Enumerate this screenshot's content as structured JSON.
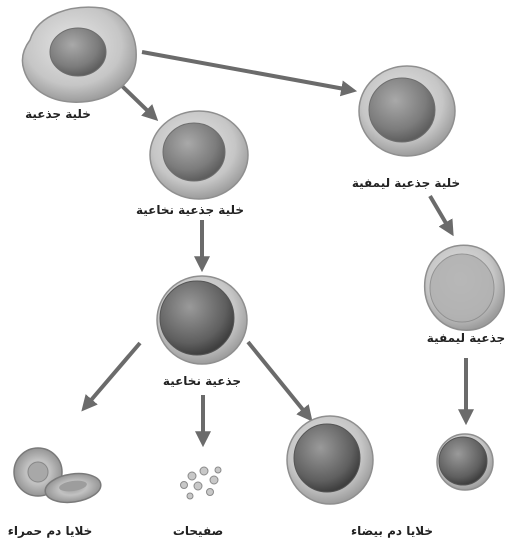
{
  "labels": {
    "stem_cell": "خلية جذعية",
    "lymphoid_stem_cell": "خلية جذعية ليمفية",
    "myeloid_stem_cell": "خلية جذعية نخاعية",
    "lymphoid_blast": "جذعية ليمفية",
    "myeloid_blast": "جذعية نخاعية",
    "red_blood_cells": "خلايا دم حمراء",
    "platelets": "صفيحات",
    "white_blood_cells": "خلايا دم بيضاء"
  },
  "colors": {
    "arrow": "#6b6b6b",
    "cell_body": "#c9c9c9",
    "cell_nucleus": "#8a8a8a",
    "cell_outline": "#8f8f8f",
    "red_cell": "#b9b9b9",
    "platelet": "#c8c8c8"
  }
}
